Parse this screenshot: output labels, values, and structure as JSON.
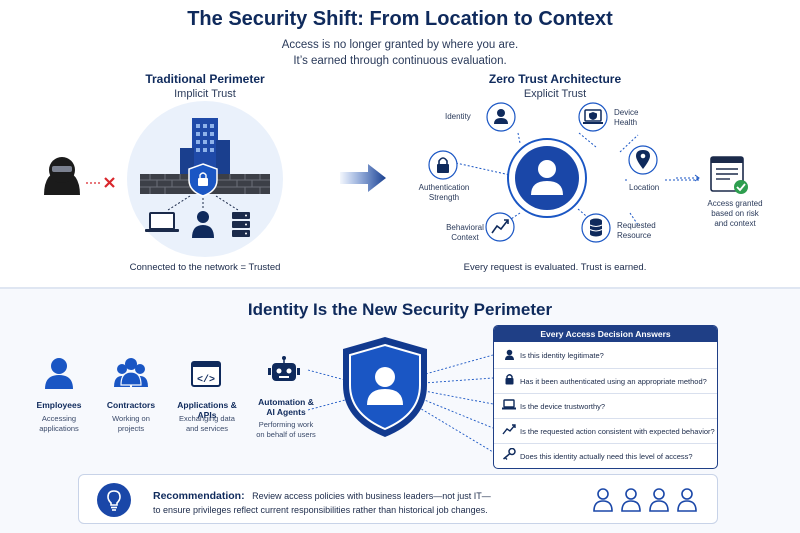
{
  "title": "The Security Shift: From Location to Context",
  "subtitle": {
    "line1": "Access is no longer granted by where you are.",
    "line2": "It’s earned through continuous evaluation."
  },
  "traditional": {
    "heading": "Traditional Perimeter",
    "subheading": "Implicit Trust",
    "caption": "Connected to the network = Trusted"
  },
  "zero_trust": {
    "heading": "Zero Trust Architecture",
    "subheading": "Explicit Trust",
    "signals": {
      "identity": "Identity",
      "device": "Device\nHealth",
      "location": "Location",
      "authentication": "Authentication\nStrength",
      "behavioral": "Behavioral\nContext",
      "resource": "Requested\nResource"
    },
    "result": "Access granted\nbased on risk\nand context",
    "caption": "Every request is evaluated. Trust is earned."
  },
  "identity_section": {
    "title": "Identity Is the New Security Perimeter",
    "entities": [
      {
        "label": "Employees",
        "desc": "Accessing\napplications"
      },
      {
        "label": "Contractors",
        "desc": "Working on\nprojects"
      },
      {
        "label": "Applications & APIs",
        "desc": "Exchanging data\nand services"
      },
      {
        "label": "Automation &\nAI Agents",
        "desc": "Performing work\non behalf of users"
      }
    ],
    "panel": {
      "heading": "Every Access Decision Answers",
      "questions": [
        "Is this identity legitimate?",
        "Has it been authenticated using an appropriate method?",
        "Is the device trustworthy?",
        "Is the requested action consistent with expected behavior?",
        "Does this identity actually need this level of access?"
      ]
    }
  },
  "recommendation": {
    "label": "Recommendation:",
    "line1": "Review access policies with business leaders—not just IT—",
    "line2": "to ensure privileges reflect current responsibilities rather than historical job changes."
  },
  "colors": {
    "navy": "#0f2a5c",
    "accent": "#1a56c4",
    "deny": "#d9262c",
    "allow": "#2e9e4f"
  }
}
